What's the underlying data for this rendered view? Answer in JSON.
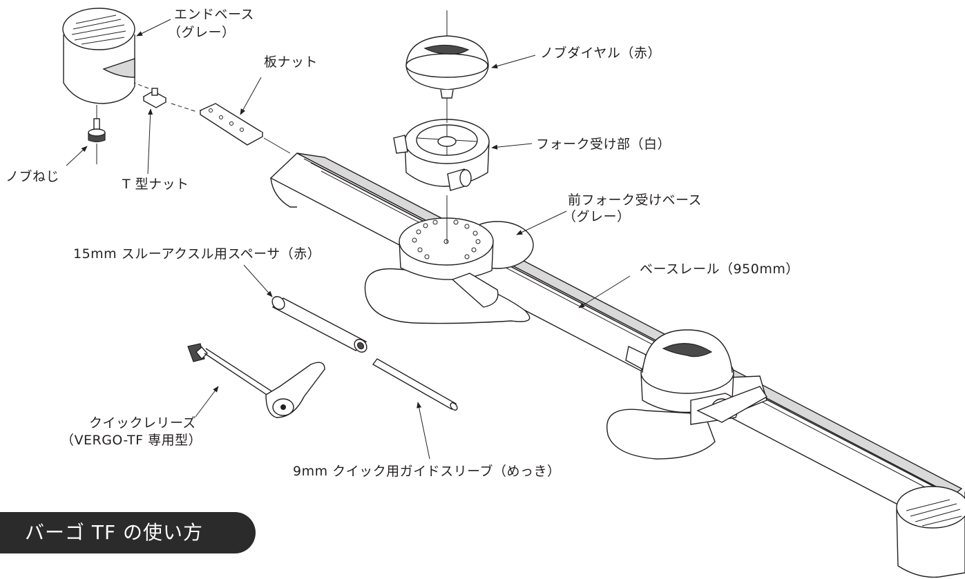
{
  "labels": {
    "end_base": "エンドベース",
    "end_base_color": "（グレー）",
    "plate_nut": "板ナット",
    "knob_dial": "ノブダイヤル（赤）",
    "fork_mount": "フォーク受け部（白）",
    "knob_screw": "ノブねじ",
    "t_nut": "T 型ナット",
    "front_fork_base": "前フォーク受けベース",
    "front_fork_base_color": "（グレー）",
    "spacer_15mm": "15mm スルーアクスル用スペーサ（赤）",
    "base_rail": "ベースレール（950mm）",
    "quick_release": "クイックレリーズ",
    "quick_release_type": "（VERGO-TF 専用型）",
    "guide_sleeve_9mm": "9mm クイック用ガイドスリーブ（めっき）"
  },
  "section_title": "バーゴ TF の使い方"
}
